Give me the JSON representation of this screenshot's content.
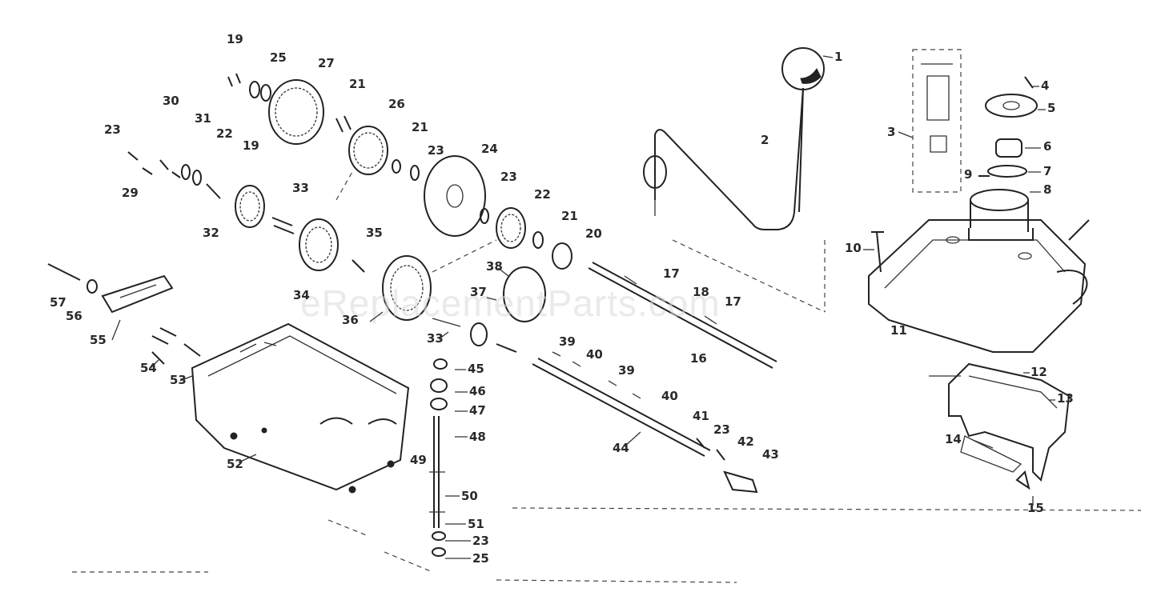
{
  "watermark": "eReplacementParts.com",
  "callouts": [
    {
      "id": "c1",
      "text": "1"
    },
    {
      "id": "c2",
      "text": "2"
    },
    {
      "id": "c3",
      "text": "3"
    },
    {
      "id": "c4",
      "text": "4"
    },
    {
      "id": "c5",
      "text": "5"
    },
    {
      "id": "c6",
      "text": "6"
    },
    {
      "id": "c7",
      "text": "7"
    },
    {
      "id": "c8",
      "text": "8"
    },
    {
      "id": "c9",
      "text": "9"
    },
    {
      "id": "c10",
      "text": "10"
    },
    {
      "id": "c11",
      "text": "11"
    },
    {
      "id": "c12",
      "text": "12"
    },
    {
      "id": "c13",
      "text": "13"
    },
    {
      "id": "c14",
      "text": "14"
    },
    {
      "id": "c15",
      "text": "15"
    },
    {
      "id": "c16",
      "text": "16"
    },
    {
      "id": "c17a",
      "text": "17"
    },
    {
      "id": "c18",
      "text": "18"
    },
    {
      "id": "c17b",
      "text": "17"
    },
    {
      "id": "c19a",
      "text": "19"
    },
    {
      "id": "c25a",
      "text": "25"
    },
    {
      "id": "c27",
      "text": "27"
    },
    {
      "id": "c21a",
      "text": "21"
    },
    {
      "id": "c26",
      "text": "26"
    },
    {
      "id": "c21b",
      "text": "21"
    },
    {
      "id": "c23a",
      "text": "23"
    },
    {
      "id": "c24",
      "text": "24"
    },
    {
      "id": "c23b",
      "text": "23"
    },
    {
      "id": "c22a",
      "text": "22"
    },
    {
      "id": "c21c",
      "text": "21"
    },
    {
      "id": "c20",
      "text": "20"
    },
    {
      "id": "c30",
      "text": "30"
    },
    {
      "id": "c31",
      "text": "31"
    },
    {
      "id": "c22b",
      "text": "22"
    },
    {
      "id": "c19b",
      "text": "19"
    },
    {
      "id": "c23c",
      "text": "23"
    },
    {
      "id": "c29",
      "text": "29"
    },
    {
      "id": "c32",
      "text": "32"
    },
    {
      "id": "c33a",
      "text": "33"
    },
    {
      "id": "c35",
      "text": "35"
    },
    {
      "id": "c38",
      "text": "38"
    },
    {
      "id": "c37",
      "text": "37"
    },
    {
      "id": "c34",
      "text": "34"
    },
    {
      "id": "c36",
      "text": "36"
    },
    {
      "id": "c33b",
      "text": "33"
    },
    {
      "id": "c39a",
      "text": "39"
    },
    {
      "id": "c40a",
      "text": "40"
    },
    {
      "id": "c39b",
      "text": "39"
    },
    {
      "id": "c40b",
      "text": "40"
    },
    {
      "id": "c41",
      "text": "41"
    },
    {
      "id": "c23d",
      "text": "23"
    },
    {
      "id": "c42",
      "text": "42"
    },
    {
      "id": "c43",
      "text": "43"
    },
    {
      "id": "c44",
      "text": "44"
    },
    {
      "id": "c45",
      "text": "45"
    },
    {
      "id": "c46",
      "text": "46"
    },
    {
      "id": "c47",
      "text": "47"
    },
    {
      "id": "c48",
      "text": "48"
    },
    {
      "id": "c49",
      "text": "49"
    },
    {
      "id": "c50",
      "text": "50"
    },
    {
      "id": "c51",
      "text": "51"
    },
    {
      "id": "c23e",
      "text": "23"
    },
    {
      "id": "c25b",
      "text": "25"
    },
    {
      "id": "c52",
      "text": "52"
    },
    {
      "id": "c53",
      "text": "53"
    },
    {
      "id": "c54",
      "text": "54"
    },
    {
      "id": "c55",
      "text": "55"
    },
    {
      "id": "c56",
      "text": "56"
    },
    {
      "id": "c57",
      "text": "57"
    }
  ]
}
